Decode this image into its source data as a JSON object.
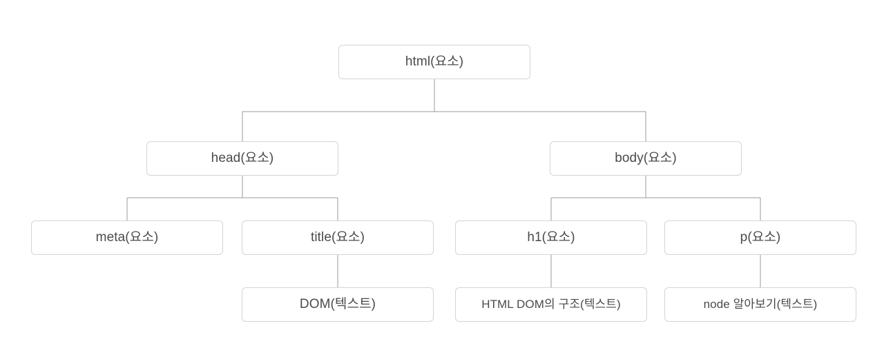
{
  "diagram": {
    "title": "HTML DOM tree structure",
    "type": "tree",
    "background_color": "#ffffff",
    "node_border_color": "#d4d4d4",
    "node_fill_color": "#ffffff",
    "connector_color": "#9a9a9a",
    "text_color": "#4a4a4a"
  },
  "nodes": {
    "html": {
      "label": "html(요소)"
    },
    "head": {
      "label": "head(요소)"
    },
    "body": {
      "label": "body(요소)"
    },
    "meta": {
      "label": "meta(요소)"
    },
    "title": {
      "label": "title(요소)"
    },
    "h1": {
      "label": "h1(요소)"
    },
    "p": {
      "label": "p(요소)"
    },
    "title_text": {
      "label": "DOM(텍스트)"
    },
    "h1_text": {
      "label": "HTML DOM의 구조(텍스트)"
    },
    "p_text": {
      "label": "node 알아보기(텍스트)"
    }
  },
  "edges": [
    {
      "from": "html",
      "to": "head"
    },
    {
      "from": "html",
      "to": "body"
    },
    {
      "from": "head",
      "to": "meta"
    },
    {
      "from": "head",
      "to": "title"
    },
    {
      "from": "body",
      "to": "h1"
    },
    {
      "from": "body",
      "to": "p"
    },
    {
      "from": "title",
      "to": "title_text"
    },
    {
      "from": "h1",
      "to": "h1_text"
    },
    {
      "from": "p",
      "to": "p_text"
    }
  ]
}
